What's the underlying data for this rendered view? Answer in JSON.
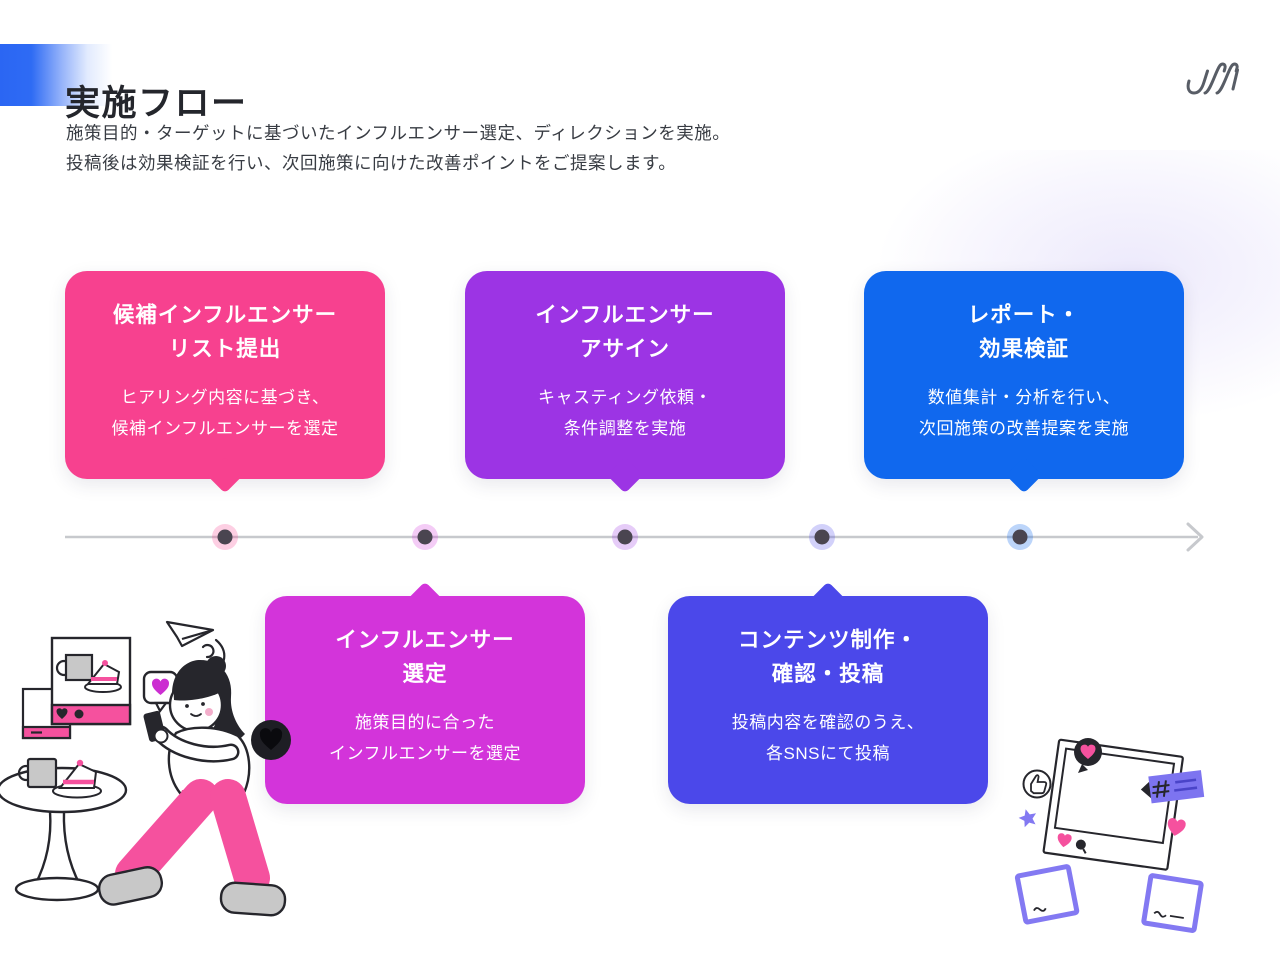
{
  "slide": {
    "title": "実施フロー",
    "description_line1": "施策目的・ターゲットに基づいたインフルエンサー選定、ディレクションを実施。",
    "description_line2": "投稿後は効果検証を行い、次回施策に向けた改善ポイントをご提案します。"
  },
  "logo": {
    "icon": "brand-logo-mark",
    "color": "#585D66"
  },
  "accent": {
    "title_marker_color": "#2B66F3"
  },
  "steps": [
    {
      "order": 1,
      "row": "top",
      "color": "#F7418F",
      "title_line1": "候補インフルエンサー",
      "title_line2": "リスト提出",
      "body_line1": "ヒアリング内容に基づき、",
      "body_line2": "候補インフルエンサーを選定"
    },
    {
      "order": 2,
      "row": "bottom",
      "color": "#D334DA",
      "title_line1": "インフルエンサー",
      "title_line2": "選定",
      "body_line1": "施策目的に合った",
      "body_line2": "インフルエンサーを選定"
    },
    {
      "order": 3,
      "row": "top",
      "color": "#9C34E4",
      "title_line1": "インフルエンサー",
      "title_line2": "アサイン",
      "body_line1": "キャスティング依頼・",
      "body_line2": "条件調整を実施"
    },
    {
      "order": 4,
      "row": "bottom",
      "color": "#4B48EA",
      "title_line1": "コンテンツ制作・",
      "title_line2": "確認・投稿",
      "body_line1": "投稿内容を確認のうえ、",
      "body_line2": "各SNSにて投稿"
    },
    {
      "order": 5,
      "row": "top",
      "color": "#1068EE",
      "title_line1": "レポート・",
      "title_line2": "効果検証",
      "body_line1": "数値集計・分析を行い、",
      "body_line2": "次回施策の改善提案を実施"
    }
  ],
  "timeline": {
    "direction": "left-to-right",
    "line_color": "#C7C9CD",
    "dot_core_color": "#4A4550",
    "dot_halo_colors": [
      "rgba(247,65,143,0.25)",
      "rgba(211,52,218,0.25)",
      "rgba(156,52,228,0.25)",
      "rgba(75,72,234,0.25)",
      "rgba(16,104,238,0.28)"
    ]
  },
  "illustrations": {
    "left": {
      "name": "woman-checking-sns-on-phone",
      "colors": {
        "pink": "#F5519E",
        "gray": "#C8C8C8",
        "outline": "#26262C",
        "heart": "#CC2ED1"
      }
    },
    "right": {
      "name": "polaroid-sns-posts",
      "colors": {
        "purple": "#7D74F0",
        "pink": "#F5519E",
        "outline": "#26262C"
      }
    }
  }
}
